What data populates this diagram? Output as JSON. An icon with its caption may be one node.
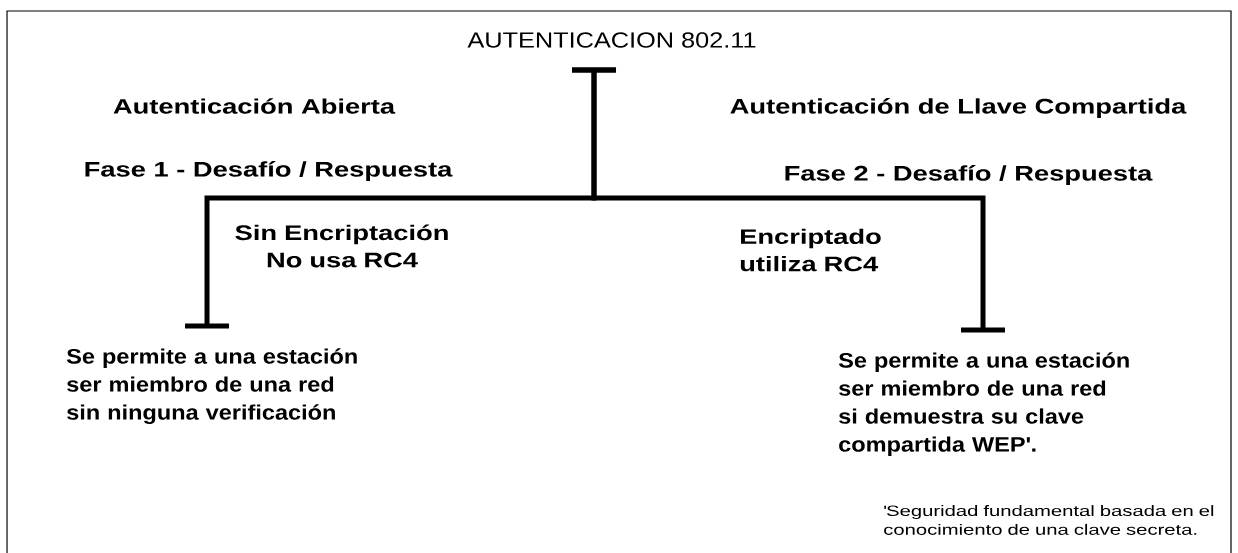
{
  "diagram": {
    "nodes": [
      {
        "text": [
          "AUTENTICACION 802.11"
        ]
      },
      {
        "text": [
          "Se permite a una estación ser miembro de una red sin ninguna verificación"
        ]
      },
      {
        "text": [
          "Se permite a una estación ser miembro de una red si demuestra su clave compartida WEP'."
        ]
      }
    ],
    "edges": [
      {
        "from": 0,
        "to": 1,
        "arrow": "none"
      },
      {
        "from": 0,
        "to": 2,
        "arrow": "none"
      }
    ],
    "labels": [
      "Autenticación Abierta",
      "Autenticación de Llave Compartida",
      "Fase 1 - Desafío / Respuesta",
      "Fase 2 - Desafío / Respuesta",
      "Sin Encriptación No usa RC4",
      "Encriptado utiliza RC4",
      "'Seguridad fundamental basada en el conocimiento de una clave secreta."
    ]
  }
}
